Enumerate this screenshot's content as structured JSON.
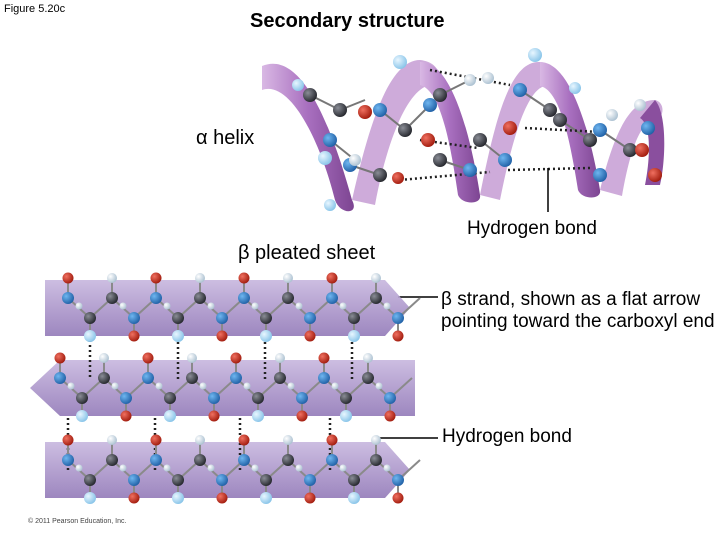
{
  "figure_label": "Figure 5.20c",
  "title": "Secondary structure",
  "alpha_helix_label": "α helix",
  "beta_sheet_label": "β pleated sheet",
  "helix_hbond_label": "Hydrogen bond",
  "strand_note": "β strand, shown as a flat arrow pointing toward the carboxyl end",
  "sheet_hbond_label": "Hydrogen bond",
  "copyright": "© 2011 Pearson Education, Inc.",
  "colors": {
    "ribbon_light": "#c9a2d6",
    "ribbon_dark": "#8a4f9e",
    "arrow_fill": "#a892c8",
    "carbon": "#3d3f47",
    "oxygen": "#cc2a1a",
    "nitrogen": "#2f7fc8",
    "hydrogen": "#c8dcec",
    "side_chain": "#a8d4ee"
  }
}
